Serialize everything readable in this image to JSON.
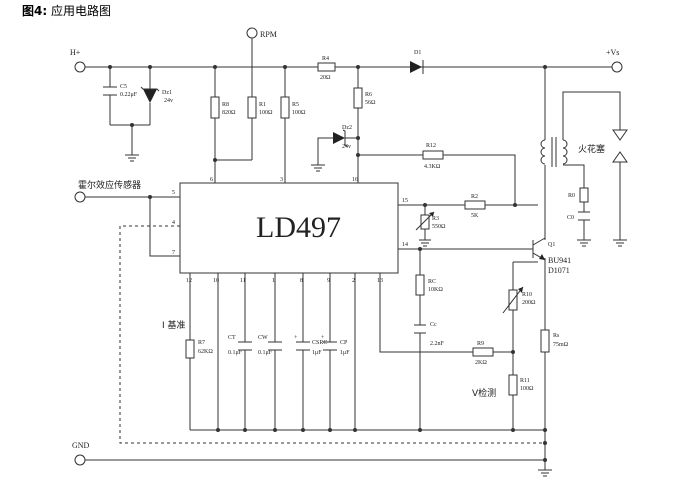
{
  "title": {
    "label": "图4:",
    "text": "应用电路图"
  },
  "ic": {
    "name": "LD497",
    "pins": [
      "5",
      "4",
      "7",
      "6",
      "3",
      "16",
      "15",
      "14",
      "12",
      "10",
      "11",
      "1",
      "8",
      "9",
      "2",
      "13"
    ]
  },
  "terminals": {
    "h_plus": "H+",
    "rpm": "RPM",
    "vs": "+Vs",
    "hall": "霍尔效应传感器",
    "gnd": "GND"
  },
  "components": {
    "c5": {
      "name": "C5",
      "value": "0.22μF"
    },
    "dz1": {
      "name": "Dz1",
      "value": "24v"
    },
    "r8": {
      "name": "R8",
      "value": "820Ω"
    },
    "r1": {
      "name": "R1",
      "value": "100Ω"
    },
    "r5": {
      "name": "R5",
      "value": "100Ω"
    },
    "r4": {
      "name": "R4",
      "value": "20Ω"
    },
    "d1": {
      "name": "D1"
    },
    "r6": {
      "name": "R6",
      "value": "56Ω"
    },
    "dz2": {
      "name": "Dz2",
      "value": "24v"
    },
    "r12": {
      "name": "R12",
      "value": "4.3KΩ"
    },
    "r2": {
      "name": "R2",
      "value": "5K"
    },
    "r3": {
      "name": "R3",
      "value": "550Ω"
    },
    "q1": {
      "name": "Q1",
      "model1": "BU941",
      "model2": "D1071"
    },
    "spark": {
      "label": "火花塞"
    },
    "r0": {
      "name": "R0"
    },
    "c0": {
      "name": "C0"
    },
    "rc": {
      "name": "RC",
      "value": "10KΩ"
    },
    "cc": {
      "name": "Cc",
      "value": "2.2nF"
    },
    "r9": {
      "name": "R9",
      "value": "2KΩ"
    },
    "r10": {
      "name": "R10",
      "value": "200Ω"
    },
    "rs": {
      "name": "Rs",
      "value": "75mΩ"
    },
    "r11": {
      "name": "R11",
      "value": "100Ω"
    },
    "r7": {
      "name": "R7",
      "value": "62KΩ"
    },
    "ct": {
      "name": "CT",
      "value": "0.1μF"
    },
    "cw": {
      "name": "CW",
      "value": "0.1μF"
    },
    "csrc": {
      "name": "CSRC",
      "value": "1μF"
    },
    "cp": {
      "name": "CP",
      "value": "1μF"
    }
  },
  "annotations": {
    "i_ref": "I 基准",
    "v_detect": "V检测"
  }
}
